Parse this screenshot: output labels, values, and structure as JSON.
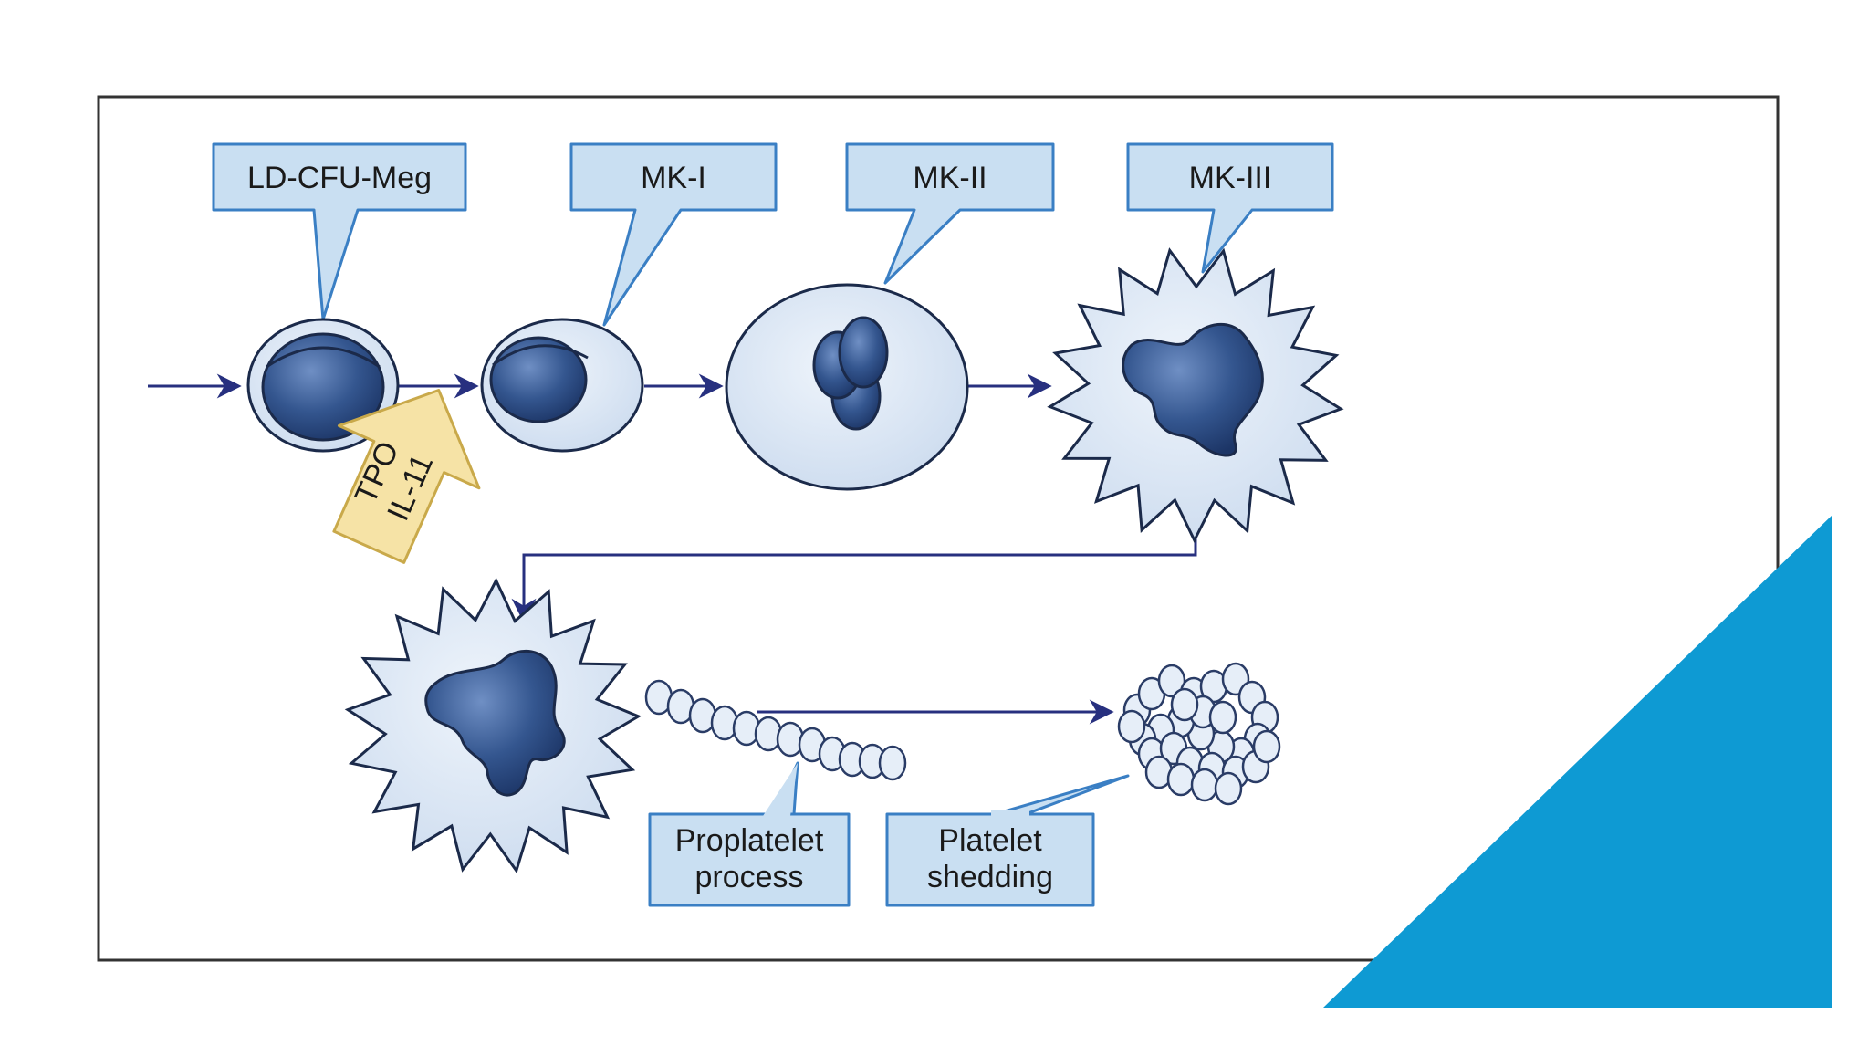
{
  "labels": {
    "ld_cfu_meg": "LD-CFU-Meg",
    "mk1": "MK-I",
    "mk2": "MK-II",
    "mk3": "MK-III",
    "proplatelet_line1": "Proplatelet",
    "proplatelet_line2": "process",
    "platelet_line1": "Platelet",
    "platelet_line2": "shedding",
    "cytokine_line1": "TPO",
    "cytokine_line2": "IL-11"
  },
  "colors": {
    "callout_fill": "#c9dff2",
    "callout_stroke": "#3a7fc4",
    "cell_fill": "#dbe7f6",
    "nucleus": "#2e4f86",
    "arrow": "#27307f",
    "cytokine_fill": "#f6e3a6",
    "cytokine_stroke": "#c9a94a",
    "frame": "#333333",
    "corner_accent": "#0e9ad3"
  }
}
